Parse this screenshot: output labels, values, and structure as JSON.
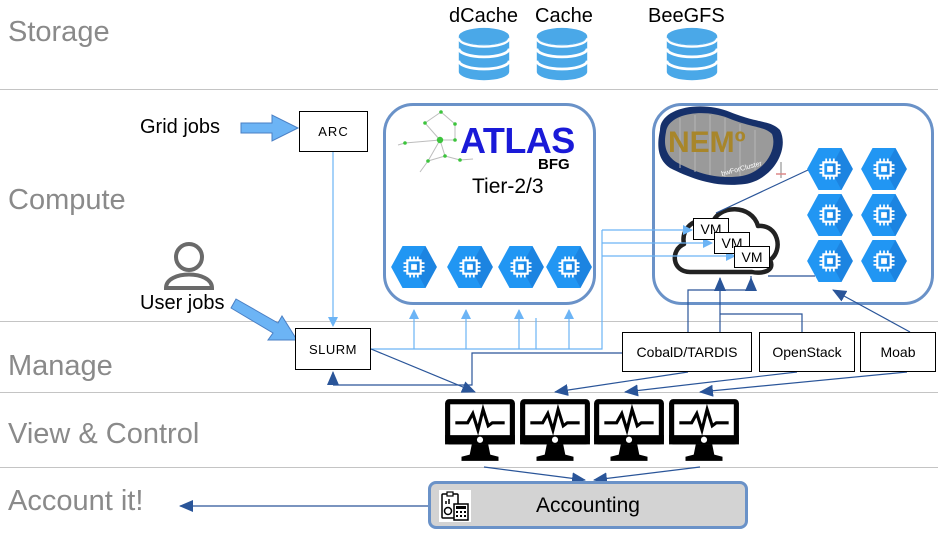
{
  "layers": [
    {
      "id": "storage",
      "label": "Storage"
    },
    {
      "id": "compute",
      "label": "Compute"
    },
    {
      "id": "manage",
      "label": "Manage"
    },
    {
      "id": "view",
      "label": "View & Control"
    },
    {
      "id": "account",
      "label": "Account it!"
    }
  ],
  "storage": {
    "systems": [
      {
        "label": "dCache",
        "icon": "database-icon"
      },
      {
        "label": "Cache",
        "icon": "database-icon"
      },
      {
        "label": "BeeGFS",
        "icon": "database-icon"
      }
    ]
  },
  "inputs": {
    "grid_jobs": "Grid jobs",
    "user_jobs": "User jobs"
  },
  "nodes": {
    "arc": "ARC",
    "slurm": "SLURM",
    "cobald": "CobalD/TARDIS",
    "openstack": "OpenStack",
    "moab": "Moab",
    "accounting": "Accounting"
  },
  "atlas": {
    "title": "ATLAS",
    "subtitle": "BFG",
    "tier": "Tier-2/3",
    "cpu_count": 4
  },
  "nemo": {
    "logo_text": "NEMº",
    "logo_sub": "bwForCluster",
    "vms": [
      "VM",
      "VM",
      "VM"
    ],
    "cpu_count": 6
  },
  "monitors": {
    "count": 4
  },
  "colors": {
    "label_gray": "#8a8a8a",
    "panel_border": "#6a92c8",
    "light_arrow": "#6cb4f5",
    "dark_arrow": "#2a5599",
    "cpu_blue": "#2196f3",
    "db_blue": "#4aa8e8",
    "atlas_blue": "#1a1ad8"
  }
}
